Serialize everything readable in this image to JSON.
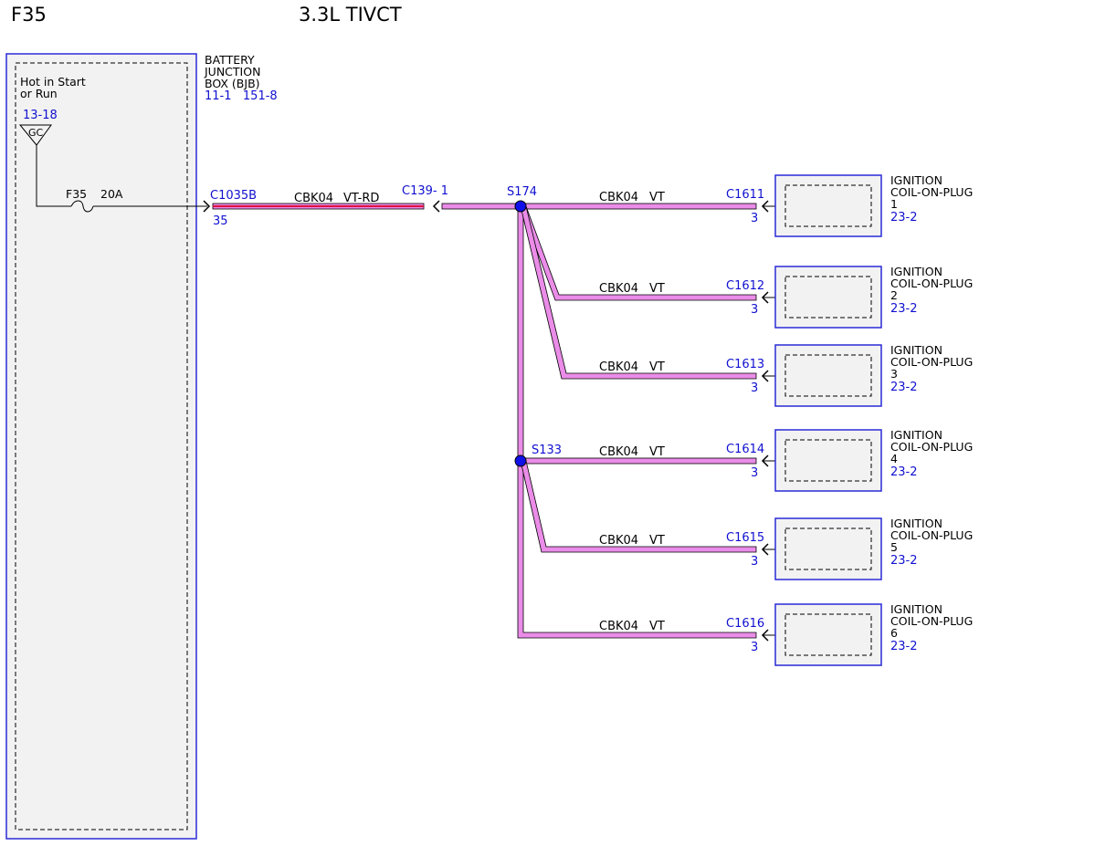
{
  "header": {
    "fuse_id": "F35",
    "engine": "3.3L TIVCT"
  },
  "colors": {
    "wire_fill": "#ea8ce8",
    "wire_red_stripe": "#e01040",
    "box_border": "#2a2ad8",
    "box_fill": "#f2f2f2",
    "splice_dot": "#1010e8",
    "ref_text": "#1010d0"
  },
  "bjb": {
    "name_lines": [
      "BATTERY",
      "JUNCTION",
      "BOX (BJB)"
    ],
    "refs": "11-1   151-8",
    "power_lines": [
      "Hot in Start",
      "or Run"
    ],
    "power_ref": "13-18",
    "ground_label": "GC",
    "fuse_label": "F35",
    "fuse_rating": "20A"
  },
  "main_wire": {
    "connector": "C1035B",
    "pin": "35",
    "circuit": "CBK04",
    "color": "VT-RD",
    "inline_connector": "C139- 1"
  },
  "splices": [
    {
      "id": "S174"
    },
    {
      "id": "S133"
    }
  ],
  "coils": [
    {
      "connector": "C1611",
      "pin": "3",
      "circuit": "CBK04",
      "color": "VT",
      "name_lines": [
        "IGNITION",
        "COIL-ON-PLUG",
        "1"
      ],
      "ref": "23-2"
    },
    {
      "connector": "C1612",
      "pin": "3",
      "circuit": "CBK04",
      "color": "VT",
      "name_lines": [
        "IGNITION",
        "COIL-ON-PLUG",
        "2"
      ],
      "ref": "23-2"
    },
    {
      "connector": "C1613",
      "pin": "3",
      "circuit": "CBK04",
      "color": "VT",
      "name_lines": [
        "IGNITION",
        "COIL-ON-PLUG",
        "3"
      ],
      "ref": "23-2"
    },
    {
      "connector": "C1614",
      "pin": "3",
      "circuit": "CBK04",
      "color": "VT",
      "name_lines": [
        "IGNITION",
        "COIL-ON-PLUG",
        "4"
      ],
      "ref": "23-2"
    },
    {
      "connector": "C1615",
      "pin": "3",
      "circuit": "CBK04",
      "color": "VT",
      "name_lines": [
        "IGNITION",
        "COIL-ON-PLUG",
        "5"
      ],
      "ref": "23-2"
    },
    {
      "connector": "C1616",
      "pin": "3",
      "circuit": "CBK04",
      "color": "VT",
      "name_lines": [
        "IGNITION",
        "COIL-ON-PLUG",
        "6"
      ],
      "ref": "23-2"
    }
  ]
}
